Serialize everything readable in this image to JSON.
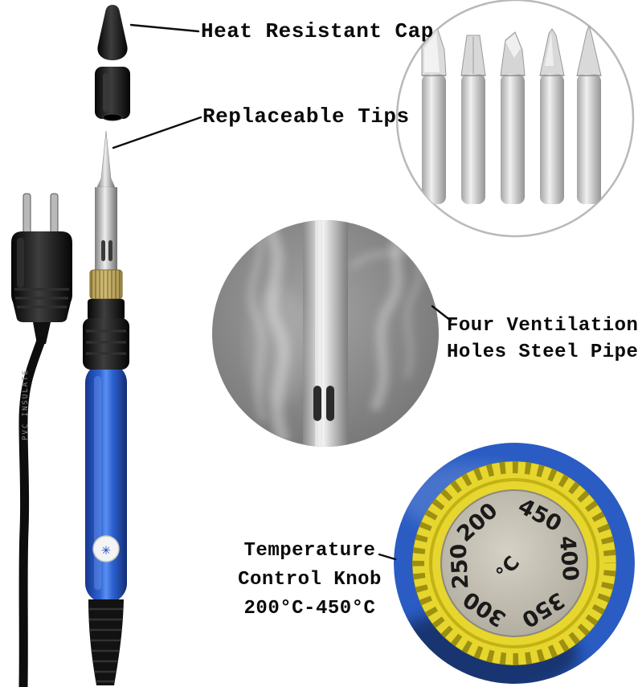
{
  "callouts": {
    "heat_cap": {
      "label": "Heat Resistant Cap"
    },
    "tips": {
      "label": "Replaceable Tips"
    },
    "ventilation": {
      "line1": "Four Ventilation",
      "line2": "Holes Steel Pipe"
    },
    "temperature": {
      "line1": "Temperature",
      "line2": "Control Knob",
      "line3": "200°C-450°C"
    }
  },
  "knob": {
    "values": [
      "200",
      "250",
      "300",
      "350",
      "400",
      "450"
    ],
    "unit": "°C"
  },
  "cable_marking": "PVC INSULATE",
  "colors": {
    "handle_blue": "#2e63d4",
    "knob_yellow": "#e6d62e",
    "knob_blue": "#2a5cc4",
    "label_text": "#0a0a0a"
  }
}
